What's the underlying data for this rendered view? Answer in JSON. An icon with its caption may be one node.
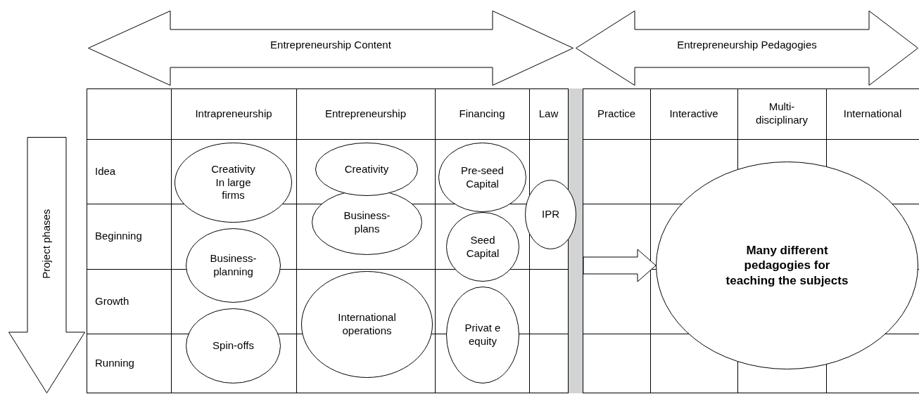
{
  "diagram": {
    "nodes": [
      {
        "text": [
          "Entrepreneurship Content"
        ]
      },
      {
        "text": [
          "Entrepreneurship Pedagogies"
        ]
      },
      {
        "text": [
          "Project phases"
        ]
      },
      {
        "text": [
          "Creativity In large firms"
        ]
      },
      {
        "text": [
          "Creativity"
        ]
      },
      {
        "text": [
          "Pre-seed Capital"
        ]
      },
      {
        "text": [
          "IPR"
        ]
      },
      {
        "text": [
          "Business-plans"
        ]
      },
      {
        "text": [
          "Seed Capital"
        ]
      },
      {
        "text": [
          "Business-planning"
        ]
      },
      {
        "text": [
          "International operations"
        ]
      },
      {
        "text": [
          "Privat e equity"
        ]
      },
      {
        "text": [
          "Spin-offs"
        ]
      },
      {
        "text": [
          "Many different pedagogies for teaching the subjects"
        ]
      },
      {
        "text": [],
        "shape": "bar"
      }
    ],
    "edges": [
      {
        "from": 14,
        "to": 13,
        "arrow": "to",
        "style": "thick"
      }
    ],
    "labels": [
      "Intrapreneurship",
      "Entrepreneurship",
      "Financing",
      "Law",
      "Practice",
      "Interactive",
      "Multi-disciplinary",
      "International",
      "Idea",
      "Beginning",
      "Growth",
      "Running"
    ]
  }
}
